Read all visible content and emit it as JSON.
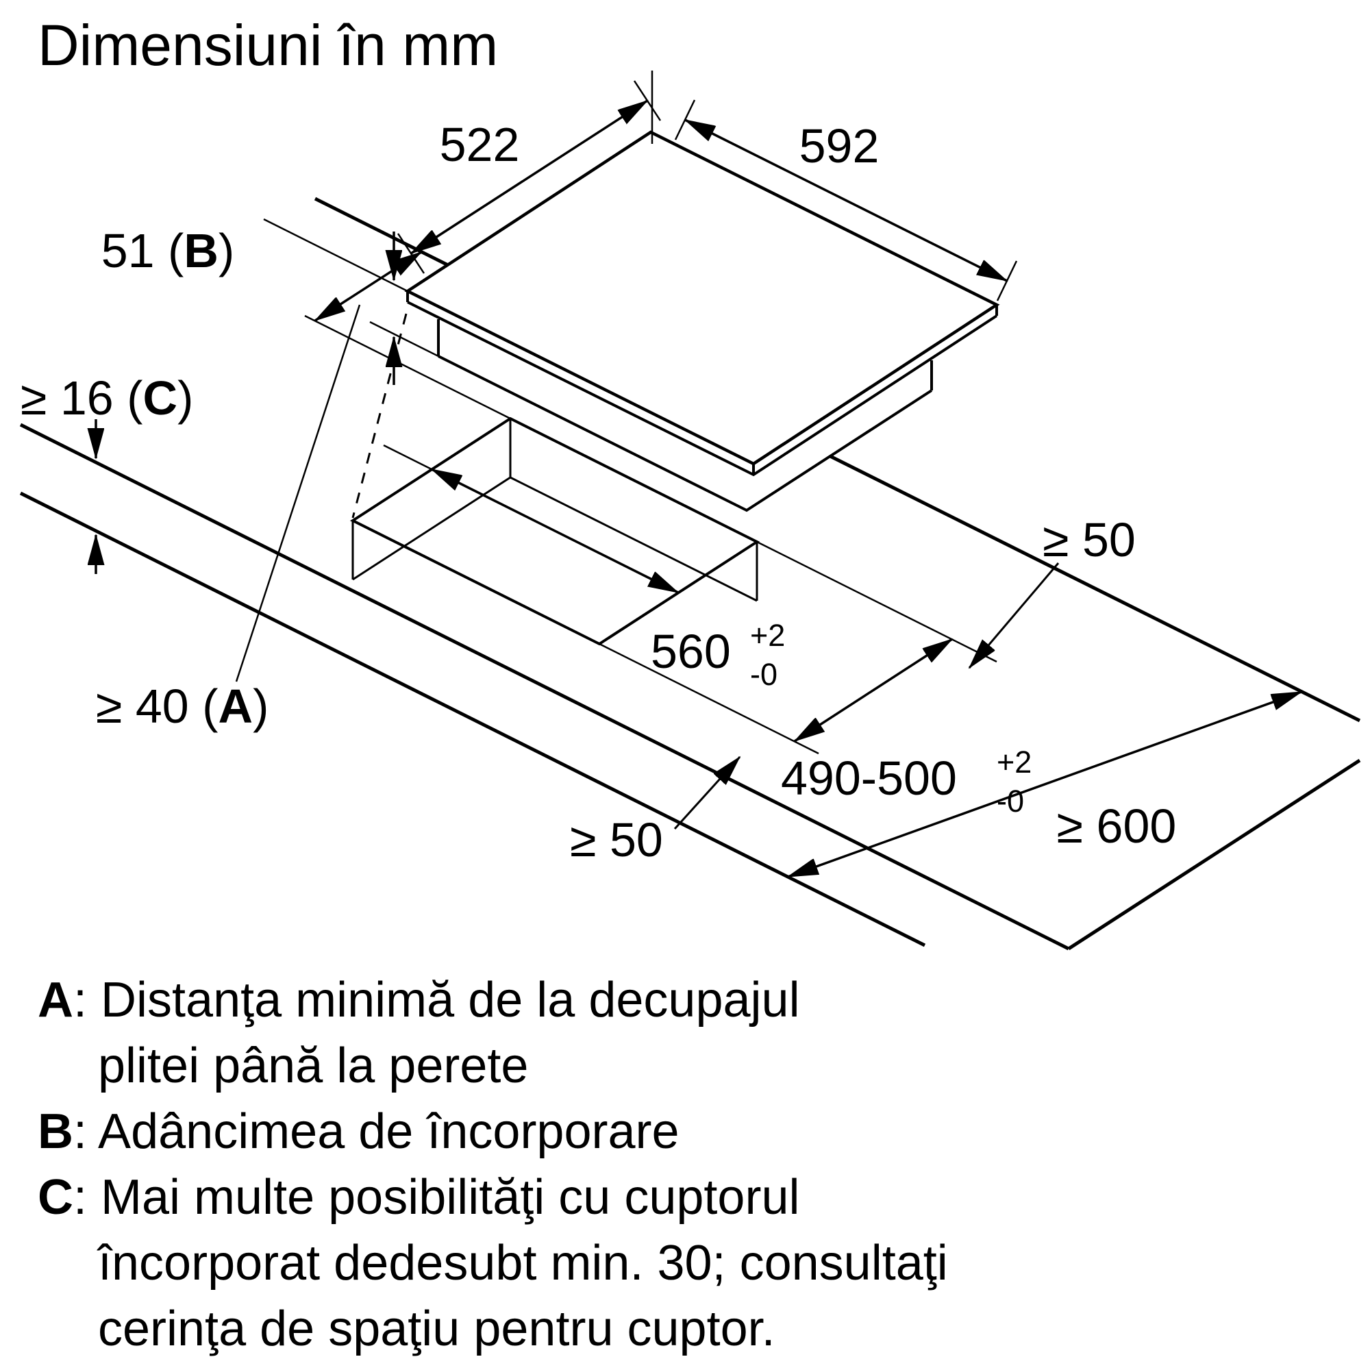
{
  "title": "Dimensiuni în mm",
  "dims": {
    "d522": "522",
    "d592": "592",
    "d51": {
      "prefix": "51 (",
      "key": "B",
      "suffix": ")"
    },
    "d16": {
      "prefix": "≥ 16 (",
      "key": "C",
      "suffix": ")"
    },
    "d40": {
      "prefix": "≥ 40 (",
      "key": "A",
      "suffix": ")"
    },
    "d50_right": "≥ 50",
    "d50_front": "≥ 50",
    "d600": "≥ 600",
    "d560": {
      "base": "560",
      "sup": "+2",
      "sub": "-0"
    },
    "d490_500": {
      "base": "490-500",
      "sup": "+2",
      "sub": "-0"
    }
  },
  "legend": {
    "items": [
      {
        "key": "A",
        "sep": ":",
        "lines": [
          "Distanţa minimă de la decupajul",
          "plitei până la perete"
        ]
      },
      {
        "key": "B",
        "sep": ":",
        "lines": [
          "Adâncimea de încorporare"
        ]
      },
      {
        "key": "C",
        "sep": ":",
        "lines": [
          "Mai multe posibilităţi cu cuptorul",
          "încorporat dedesubt min. 30; consultaţi",
          "cerinţa de spaţiu pentru cuptor."
        ]
      }
    ]
  },
  "colors": {
    "line": "#000000",
    "background": "#ffffff"
  }
}
